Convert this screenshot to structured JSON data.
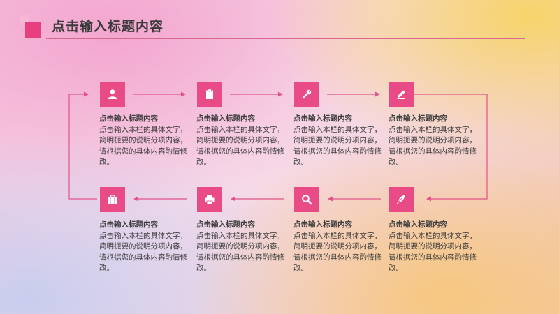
{
  "title": "点击输入标题内容",
  "steps": [
    {
      "heading": "点击输入标题内容",
      "body": "点击输入本栏的具体文字，简明扼要的说明分项内容，请根据您的具体内容酌情修改。",
      "icon": "user-icon"
    },
    {
      "heading": "点击输入标题内容",
      "body": "点击输入本栏的具体文字，简明扼要的说明分项内容，请根据您的具体内容酌情修改。",
      "icon": "clipboard-icon"
    },
    {
      "heading": "点击输入标题内容",
      "body": "点击输入本栏的具体文字，简明扼要的说明分项内容，请根据您的具体内容酌情修改。",
      "icon": "wrench-icon"
    },
    {
      "heading": "点击输入标题内容",
      "body": "点击输入本栏的具体文字，简明扼要的说明分项内容，请根据您的具体内容酌情修改。",
      "icon": "pencil-icon"
    },
    {
      "heading": "点击输入标题内容",
      "body": "点击输入本栏的具体文字，简明扼要的说明分项内容，请根据您的具体内容酌情修改。",
      "icon": "feather-icon"
    },
    {
      "heading": "点击输入标题内容",
      "body": "点击输入本栏的具体文字，简明扼要的说明分项内容，请根据您的具体内容酌情修改。",
      "icon": "search-icon"
    },
    {
      "heading": "点击输入标题内容",
      "body": "点击输入本栏的具体文字，简明扼要的说明分项内容，请根据您的具体内容酌情修改。",
      "icon": "printer-icon"
    },
    {
      "heading": "点击输入标题内容",
      "body": "点击输入本栏的具体文字，简明扼要的说明分项内容，请根据您的具体内容酌情修改。",
      "icon": "briefcase-icon"
    }
  ],
  "colors": {
    "accent": "#e94b86",
    "accent_light": "#f7b7d2",
    "text": "#3d3d3d",
    "connector": "#e0548a"
  }
}
